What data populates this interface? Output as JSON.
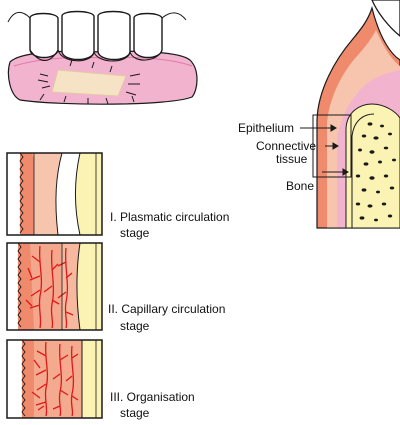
{
  "labels": {
    "epithelium": "Epithelium",
    "connective_1": "Connective",
    "connective_2": "tissue",
    "bone": "Bone"
  },
  "stages": [
    {
      "line1": "I. Plasmatic circulation",
      "line2": "stage"
    },
    {
      "line1": "II. Capillary circulation",
      "line2": "stage"
    },
    {
      "line1": "III. Organisation",
      "line2": "stage"
    }
  ],
  "colors": {
    "gingiva_pink": "#f2b3cf",
    "graft_beige": "#f6e2c4",
    "epithelium_salmon": "#ef8a6c",
    "connective_peach": "#f7c4ad",
    "bone_yellow": "#fbf3b4",
    "vessel_red": "#e01818",
    "outline": "#1a1a1a"
  }
}
